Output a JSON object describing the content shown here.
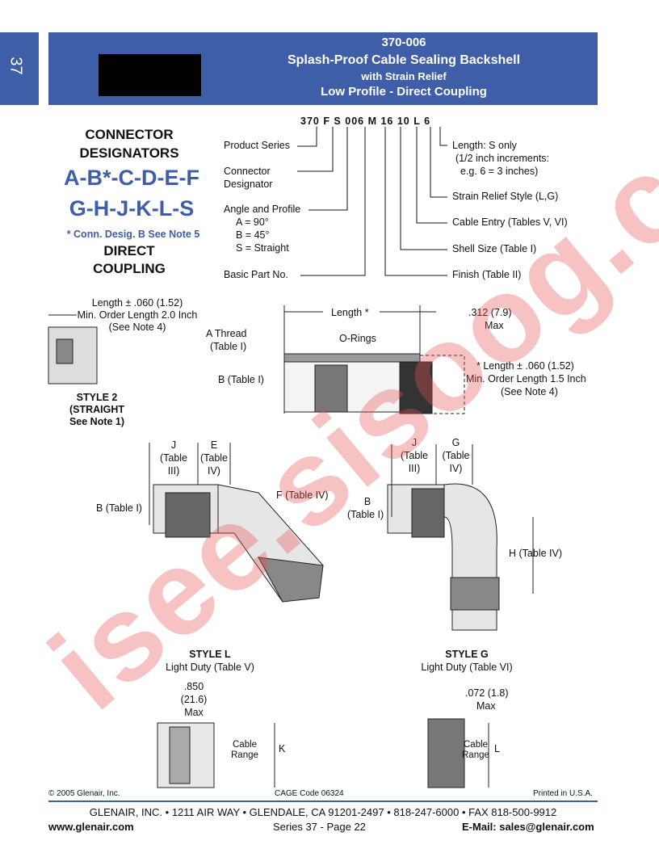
{
  "side_tab": "37",
  "header": {
    "part": "370-006",
    "line1": "Splash-Proof Cable Sealing Backshell",
    "line2": "with Strain Relief",
    "line3": "Low Profile - Direct Coupling"
  },
  "designators": {
    "title1": "CONNECTOR",
    "title2": "DESIGNATORS",
    "row1": "A-B*-C-D-E-F",
    "row2": "G-H-J-K-L-S",
    "note": "* Conn. Desig. B See Note 5",
    "coupling1": "DIRECT",
    "coupling2": "COUPLING"
  },
  "part_number": {
    "example": "370 F S 006 M 16 10 L 6",
    "left_labels": [
      "Product Series",
      "Connector",
      "Designator",
      "Angle and Profile",
      "A = 90°",
      "B = 45°",
      "S = Straight",
      "Basic Part No."
    ],
    "right_labels": [
      "Length: S only",
      "(1/2 inch increments:",
      "e.g. 6 = 3 inches)",
      "Strain Relief Style (L,G)",
      "Cable Entry (Tables V, VI)",
      "Shell Size (Table I)",
      "Finish (Table II)"
    ]
  },
  "style2": {
    "length": "Length ± .060 (1.52)",
    "min": "Min. Order Length 2.0 Inch",
    "note": "(See Note 4)",
    "label1": "STYLE 2",
    "label2": "(STRAIGHT",
    "label3": "See Note 1)"
  },
  "main_drawing": {
    "length": "Length *",
    "max1": ".312 (7.9)",
    "max2": "Max",
    "a_thread": "A Thread",
    "table1": "(Table I)",
    "orings": "O-Rings",
    "b_table": "B (Table I)",
    "note1": "* Length ± .060 (1.52)",
    "note2": "Min. Order Length 1.5 Inch",
    "note3": "(See Note 4)"
  },
  "style_l": {
    "j": "J",
    "j_t": "(Table",
    "j_t2": "III)",
    "e": "E",
    "e_t": "(Table",
    "e_t2": "IV)",
    "f": "F (Table IV)",
    "b": "B (Table I)",
    "title": "STYLE L",
    "sub": "Light Duty (Table V)",
    "dim1": ".850",
    "dim2": "(21.6)",
    "dim3": "Max",
    "cable1": "Cable",
    "cable2": "Range",
    "k": "K"
  },
  "style_g": {
    "j": "J",
    "j_t": "(Table",
    "j_t2": "III)",
    "g": "G",
    "g_t": "(Table",
    "g_t2": "IV)",
    "b": "B",
    "b_t": "(Table I)",
    "h": "H (Table IV)",
    "title": "STYLE G",
    "sub": "Light Duty (Table VI)",
    "dim1": ".072 (1.8)",
    "dim2": "Max",
    "cable1": "Cable",
    "cable2": "Range",
    "l": "L"
  },
  "footer": {
    "copyright": "© 2005 Glenair, Inc.",
    "cage": "CAGE Code 06324",
    "printed": "Printed in U.S.A.",
    "address": "GLENAIR, INC. • 1211 AIR WAY • GLENDALE, CA 91201-2497 • 818-247-6000 • FAX 818-500-9912",
    "web": "www.glenair.com",
    "series": "Series 37 - Page 22",
    "email": "E-Mail: sales@glenair.com"
  },
  "watermark": "isee.sisoog.com"
}
